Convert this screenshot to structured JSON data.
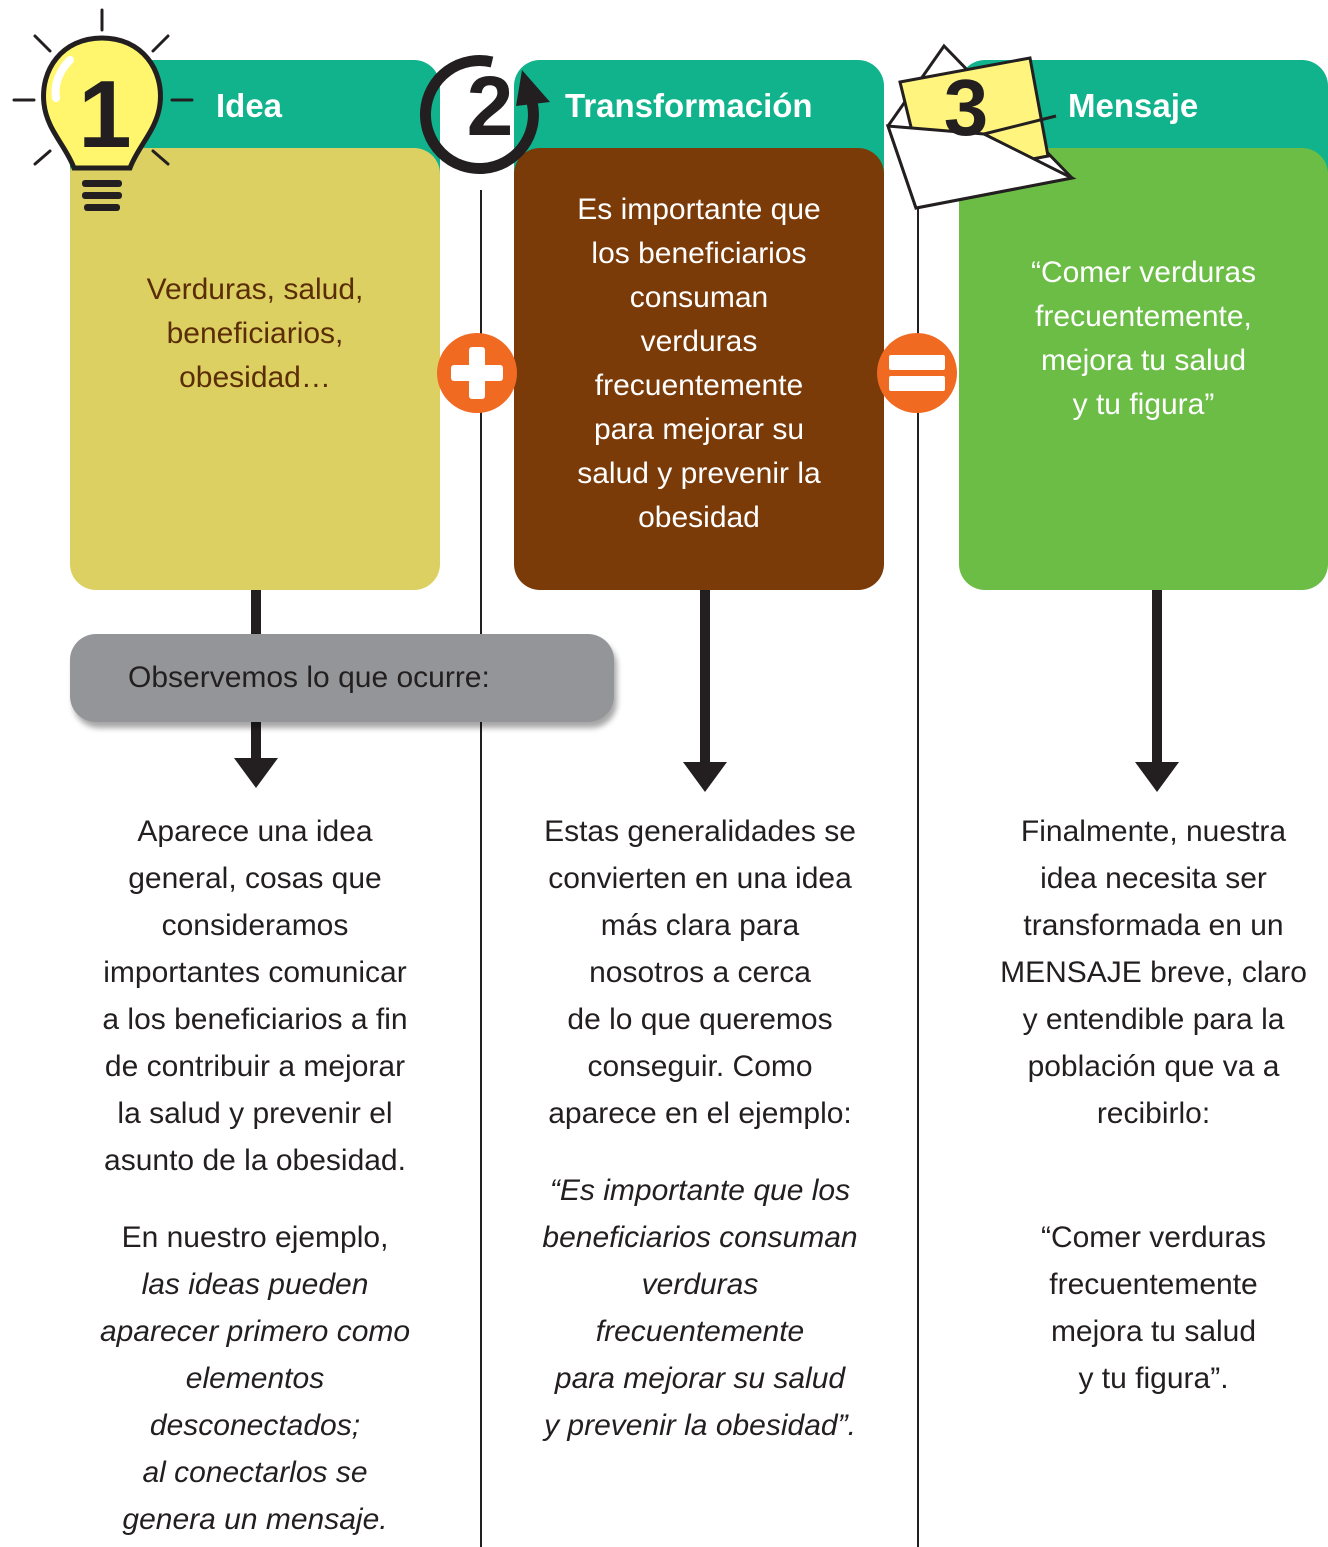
{
  "steps": [
    {
      "number": "1",
      "title": "Idea",
      "card_text": "Verduras, salud,\nbeneficiarios,\nobesidad…",
      "description": "Aparece una idea\ngeneral, cosas que\nconsideramos\nimportantes comunicar\na los beneficiarios a fin\nde contribuir a mejorar\nla salud y prevenir el\nasunto de la obesidad.",
      "example_intro": "En nuestro ejemplo,",
      "example_text": "las ideas pueden\naparecer primero como\nelementos\ndesconectados;\nal conectarlos se\ngenera un mensaje."
    },
    {
      "number": "2",
      "title": "Transformación",
      "card_text": "Es importante que\nlos beneficiarios\nconsuman\nverduras\nfrecuentemente\npara mejorar su\nsalud y prevenir la\nobesidad",
      "description": "Estas generalidades se\nconvierten en una idea\nmás clara para\nnosotros a cerca\nde lo que queremos\nconseguir. Como\naparece en el ejemplo:",
      "example_text": "“Es importante que los\nbeneficiarios consuman\nverduras\nfrecuentemente\npara mejorar su salud\ny prevenir la obesidad”."
    },
    {
      "number": "3",
      "title": "Mensaje",
      "card_text": "“Comer verduras\nfrecuentemente,\nmejora tu salud\ny tu figura”",
      "description": "Finalmente, nuestra\nidea necesita ser\ntransformada en un\nMENSAJE breve, claro\ny entendible para la\npoblación que va a\nrecibirlo:",
      "example_text": "“Comer verduras\nfrecuentemente\nmejora tu salud\ny tu figura”."
    }
  ],
  "observe_label": "Observemos lo que ocurre:",
  "operators": {
    "plus": "plus-icon",
    "equals": "equals-icon"
  },
  "colors": {
    "tab": "#10b38c",
    "idea_card": "#ddd062",
    "transform_card": "#7a3b08",
    "message_card": "#6bbd46",
    "operator": "#f06a22",
    "observe_box": "#939598",
    "bulb": "#fff66e",
    "envelope_paper": "#fff47e"
  }
}
